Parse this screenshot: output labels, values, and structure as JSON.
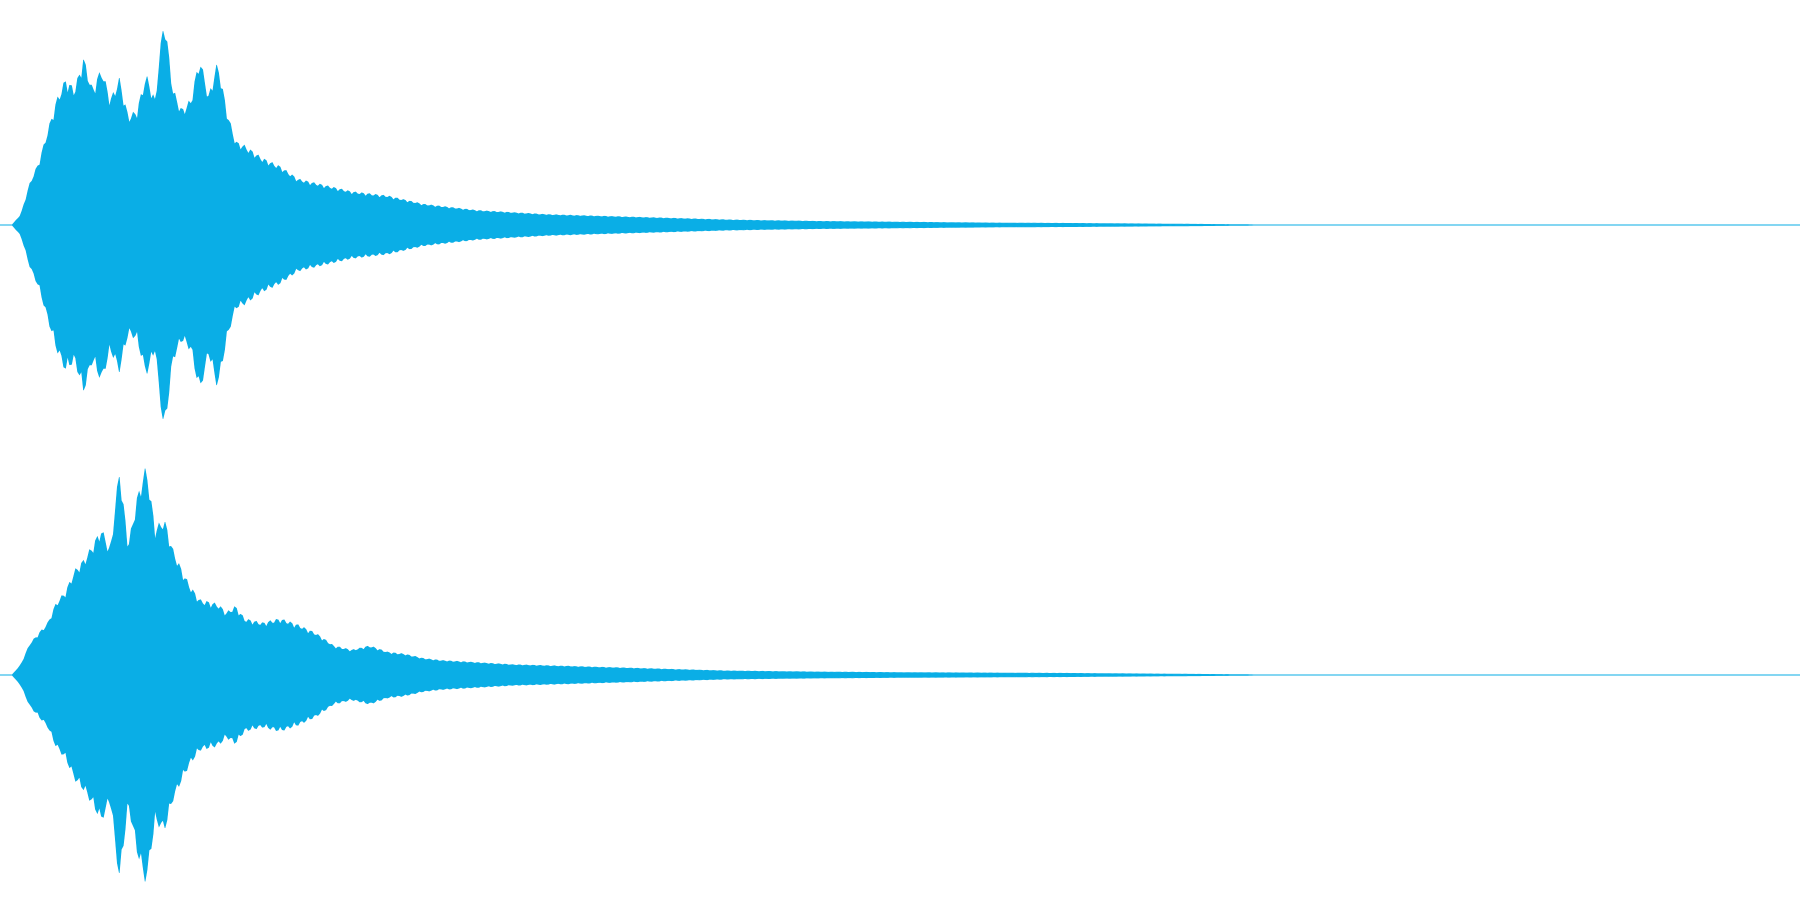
{
  "chart_data": {
    "type": "area",
    "title": "",
    "xlabel": "",
    "ylabel": "",
    "grid": false,
    "legend": "none",
    "x_range": [
      0,
      1
    ],
    "y_range": [
      -1,
      1
    ],
    "colors": {
      "waveform": "#0aaee6",
      "baseline": "#0aaee6",
      "background": "#ffffff"
    },
    "x": [
      0.0,
      0.005,
      0.01,
      0.015,
      0.02,
      0.025,
      0.03,
      0.035,
      0.04,
      0.045,
      0.05,
      0.055,
      0.06,
      0.065,
      0.07,
      0.075,
      0.08,
      0.085,
      0.09,
      0.095,
      0.1,
      0.105,
      0.11,
      0.115,
      0.12,
      0.125,
      0.13,
      0.14,
      0.15,
      0.16,
      0.17,
      0.18,
      0.19,
      0.2,
      0.21,
      0.22,
      0.23,
      0.24,
      0.25,
      0.26,
      0.28,
      0.3,
      0.32,
      0.34,
      0.36,
      0.38,
      0.4,
      0.42,
      0.45,
      0.5,
      0.55,
      0.6,
      0.63,
      0.66,
      0.69,
      0.7,
      1.0
    ],
    "series": [
      {
        "channel": 1,
        "envelope": [
          0.0,
          0.05,
          0.2,
          0.3,
          0.45,
          0.6,
          0.7,
          0.65,
          0.8,
          0.65,
          0.75,
          0.6,
          0.7,
          0.52,
          0.55,
          0.72,
          0.6,
          1.0,
          0.65,
          0.55,
          0.6,
          0.8,
          0.62,
          0.78,
          0.55,
          0.4,
          0.38,
          0.32,
          0.28,
          0.22,
          0.2,
          0.18,
          0.16,
          0.15,
          0.14,
          0.12,
          0.1,
          0.09,
          0.08,
          0.07,
          0.06,
          0.05,
          0.045,
          0.04,
          0.035,
          0.03,
          0.025,
          0.022,
          0.018,
          0.014,
          0.01,
          0.008,
          0.006,
          0.004,
          0.002,
          0.0,
          0.0
        ]
      },
      {
        "channel": 2,
        "envelope": [
          0.0,
          0.05,
          0.15,
          0.2,
          0.25,
          0.35,
          0.4,
          0.5,
          0.55,
          0.62,
          0.7,
          0.6,
          0.98,
          0.62,
          0.85,
          1.0,
          0.7,
          0.75,
          0.6,
          0.5,
          0.42,
          0.36,
          0.35,
          0.34,
          0.3,
          0.33,
          0.27,
          0.25,
          0.27,
          0.24,
          0.2,
          0.14,
          0.12,
          0.14,
          0.11,
          0.1,
          0.08,
          0.07,
          0.065,
          0.06,
          0.05,
          0.045,
          0.04,
          0.035,
          0.03,
          0.025,
          0.02,
          0.018,
          0.015,
          0.012,
          0.01,
          0.008,
          0.006,
          0.004,
          0.002,
          0.0,
          0.0
        ]
      }
    ]
  }
}
